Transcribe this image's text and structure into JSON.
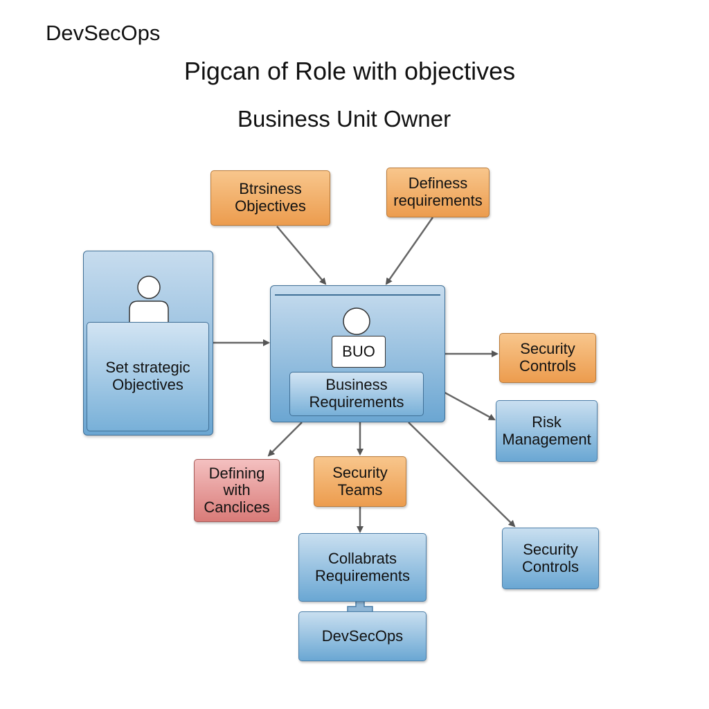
{
  "header": {
    "corner_label": "DevSecOps",
    "title": "Pigcan of Role with objectives",
    "subtitle": "Business Unit Owner"
  },
  "nodes": {
    "business_objectives": "Btrsiness\nObjectives",
    "defines_requirements": "Definess\nrequirements",
    "strategic_panel": "Set strategic\nObjectives",
    "buo_label": "BUO",
    "business_requirements": "Business\nRequirements",
    "security_controls_top": "Security\nControls",
    "risk_management": "Risk\nManagement",
    "defining_with_canclices": "Defining\nwith\nCanclices",
    "security_teams": "Security\nTeams",
    "collabrats_requirements": "Collabrats\nRequirements",
    "devsecops": "DevSecOps",
    "security_controls_bottom": "Security\nControls"
  },
  "colors": {
    "orange": "#ec9c4e",
    "blue": "#6aa7d3",
    "red": "#d97b78",
    "arrow": "#555555"
  }
}
